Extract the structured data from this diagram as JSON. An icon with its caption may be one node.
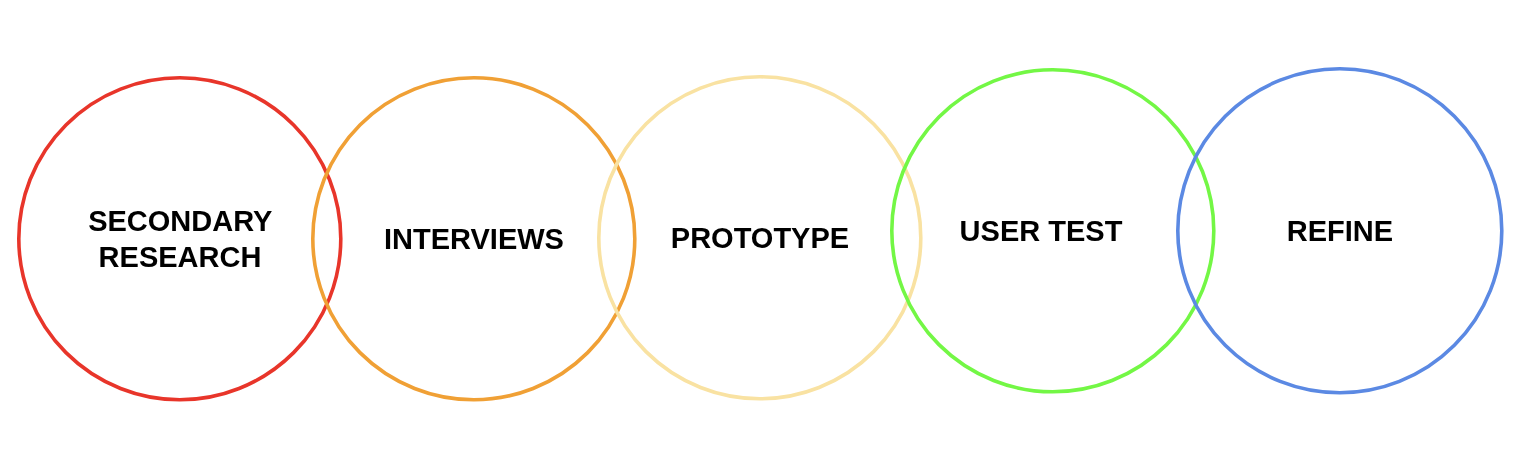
{
  "diagram": {
    "nodes": [
      {
        "text": [
          "SECONDARY RESEARCH"
        ]
      },
      {
        "text": [
          "INTERVIEWS"
        ]
      },
      {
        "text": [
          "PROTOTYPE"
        ]
      },
      {
        "text": [
          "USER TEST"
        ]
      },
      {
        "text": [
          "REFINE"
        ]
      }
    ]
  }
}
